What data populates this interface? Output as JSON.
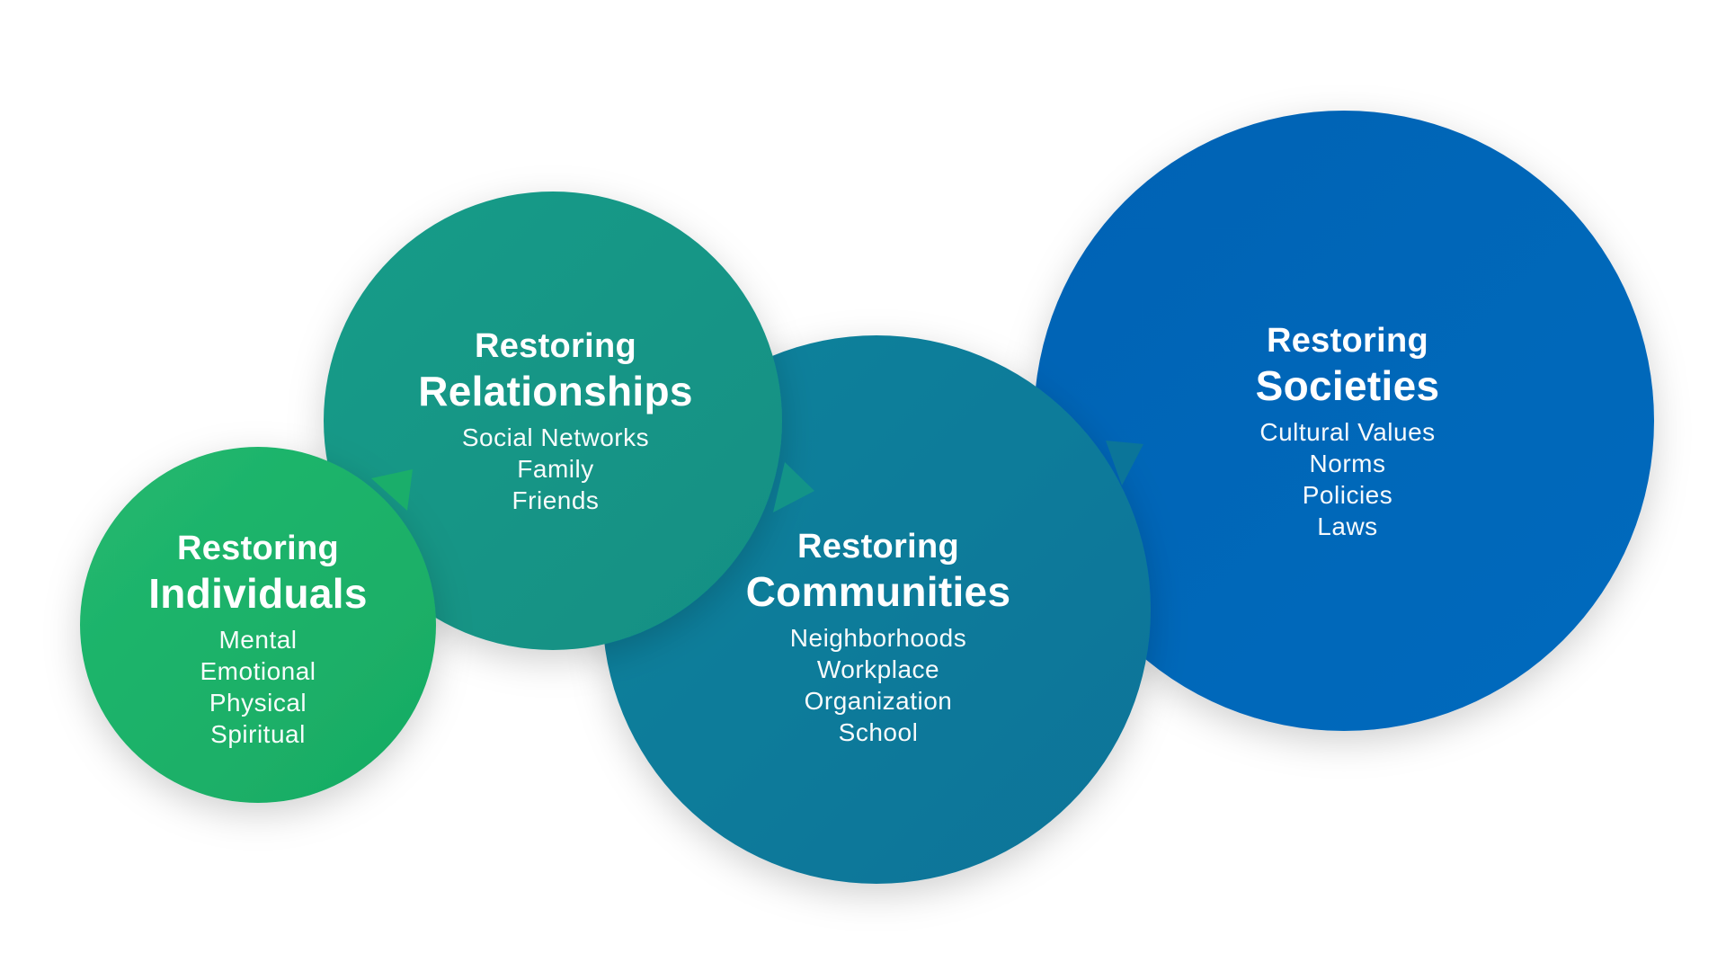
{
  "colors": {
    "individuals": "#1db36b",
    "relationships": "#149a86",
    "communities": "#0e7c9a",
    "societies": "#0466ba",
    "background": "#ffffff",
    "text": "#ffffff"
  },
  "stages": [
    {
      "key": "individuals",
      "prefix": "Restoring",
      "title": "Individuals",
      "items": [
        "Mental",
        "Emotional",
        "Physical",
        "Spiritual"
      ]
    },
    {
      "key": "relationships",
      "prefix": "Restoring",
      "title": "Relationships",
      "items": [
        "Social Networks",
        "Family",
        "Friends"
      ]
    },
    {
      "key": "communities",
      "prefix": "Restoring",
      "title": "Communities",
      "items": [
        "Neighborhoods",
        "Workplace",
        "Organization",
        "School"
      ]
    },
    {
      "key": "societies",
      "prefix": "Restoring",
      "title": "Societies",
      "items": [
        "Cultural Values",
        "Norms",
        "Policies",
        "Laws"
      ]
    }
  ]
}
